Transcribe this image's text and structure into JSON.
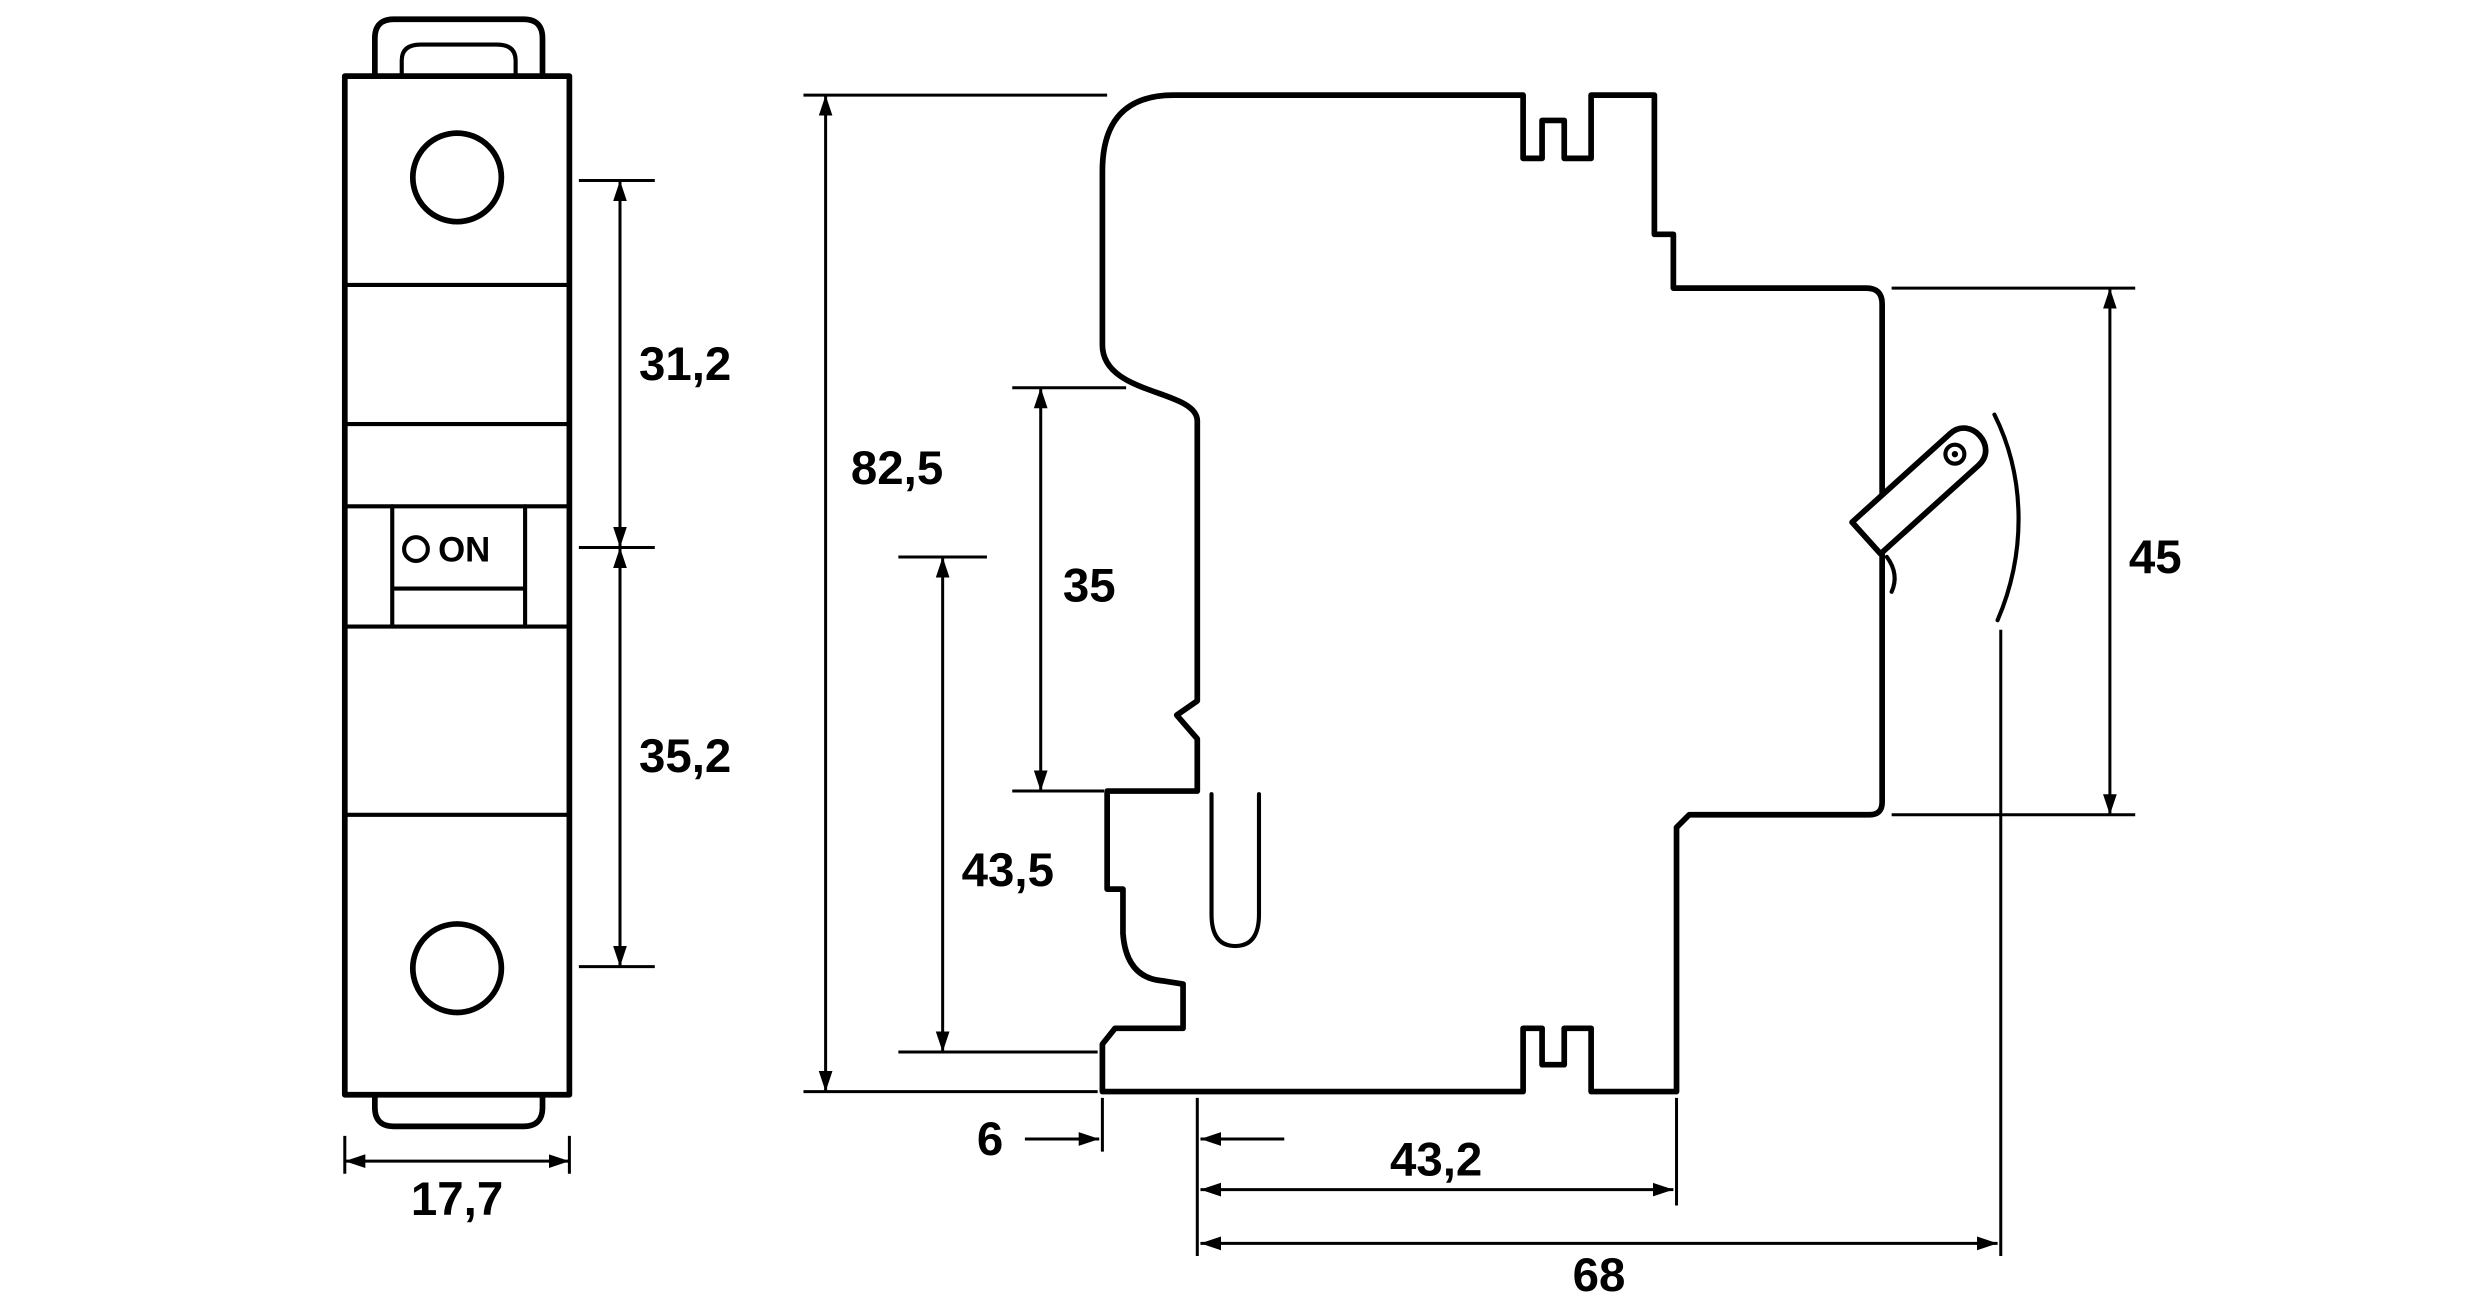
{
  "colors": {
    "line": "#000000",
    "background": "#ffffff"
  },
  "front_view": {
    "on_label": "ON",
    "dim_upper": "31,2",
    "dim_lower": "35,2",
    "dim_width": "17,7"
  },
  "side_view": {
    "dim_total_height": "82,5",
    "dim_rail_slot": "35",
    "dim_rear_depth": "43,5",
    "dim_rail_offset": "6",
    "dim_body_depth": "43,2",
    "dim_total_depth": "68",
    "dim_front_height": "45"
  }
}
